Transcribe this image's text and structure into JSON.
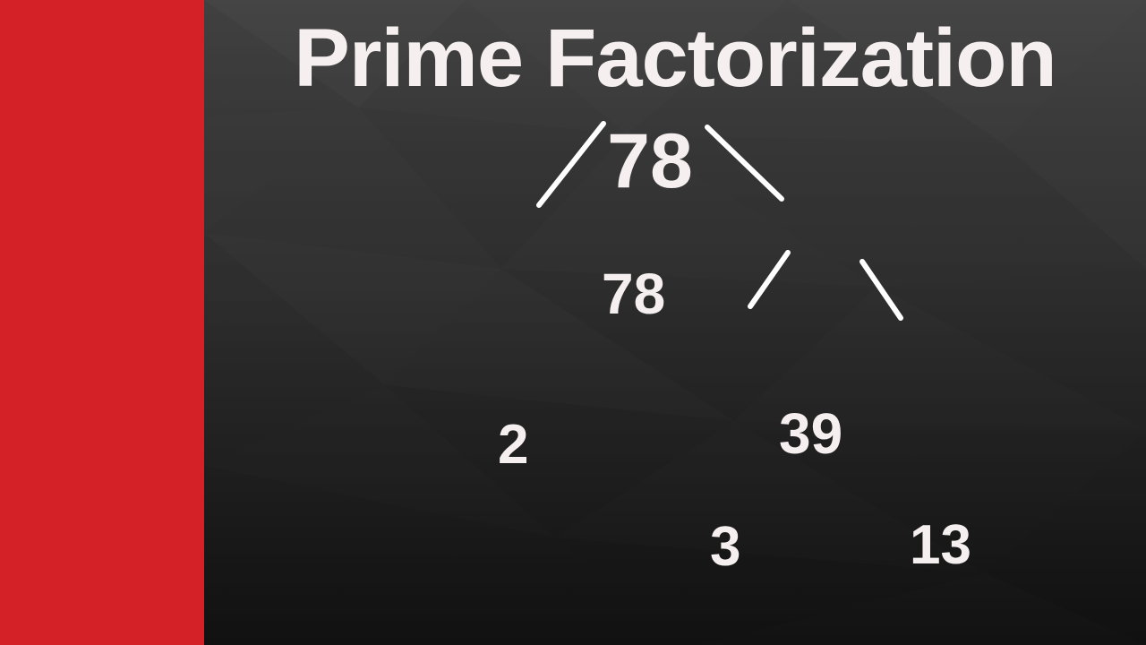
{
  "slide": {
    "title": "Prime Factorization",
    "subject_number": "78",
    "accent_color": "#D42027",
    "background_color": "#333333",
    "text_color": "#F5EFEF",
    "edge_color": "#FFFFFF"
  },
  "factor_tree": {
    "root": {
      "label": "78"
    },
    "level_2": [
      {
        "label": "2",
        "is_prime": true
      },
      {
        "label": "39",
        "is_prime": false
      }
    ],
    "level_3": [
      {
        "label": "3",
        "is_prime": true
      },
      {
        "label": "13",
        "is_prime": true
      }
    ],
    "edges": [
      {
        "from": "78",
        "to": "2"
      },
      {
        "from": "78",
        "to": "39"
      },
      {
        "from": "39",
        "to": "3"
      },
      {
        "from": "39",
        "to": "13"
      }
    ]
  }
}
